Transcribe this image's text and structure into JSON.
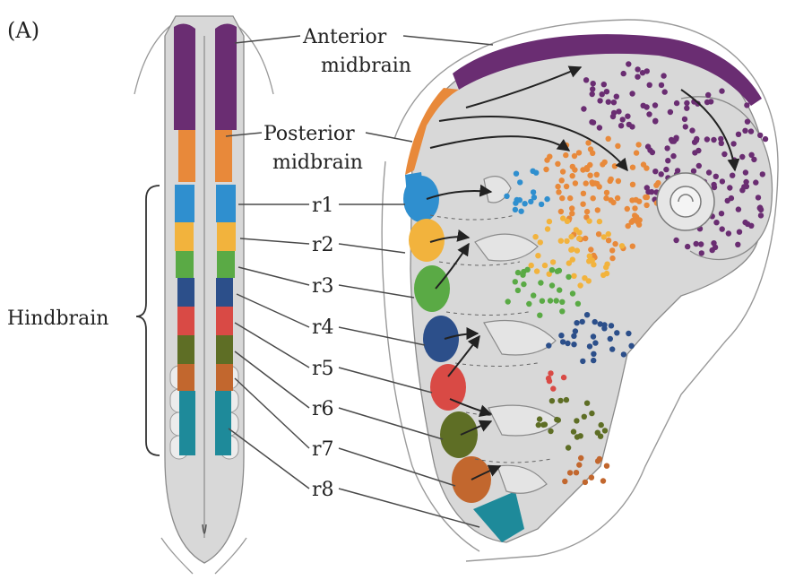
{
  "panel_label": "(A)",
  "labels": {
    "anterior_midbrain_1": "Anterior",
    "anterior_midbrain_2": "midbrain",
    "posterior_midbrain_1": "Posterior",
    "posterior_midbrain_2": "midbrain",
    "hindbrain": "Hindbrain",
    "r1": "r1",
    "r2": "r2",
    "r3": "r3",
    "r4": "r4",
    "r5": "r5",
    "r6": "r6",
    "r7": "r7",
    "r8": "r8"
  },
  "colors": {
    "anterior_midbrain": "#6a2d72",
    "posterior_midbrain": "#e8893a",
    "r1": "#2f8fcf",
    "r2": "#f2b33d",
    "r3": "#5aaa45",
    "r4": "#2c4f8a",
    "r5": "#d94a45",
    "r6": "#5e6e25",
    "r7": "#c2672e",
    "r8": "#1e8a9a",
    "tissue": "#d8d8d8",
    "outline": "#8a8a8a"
  }
}
